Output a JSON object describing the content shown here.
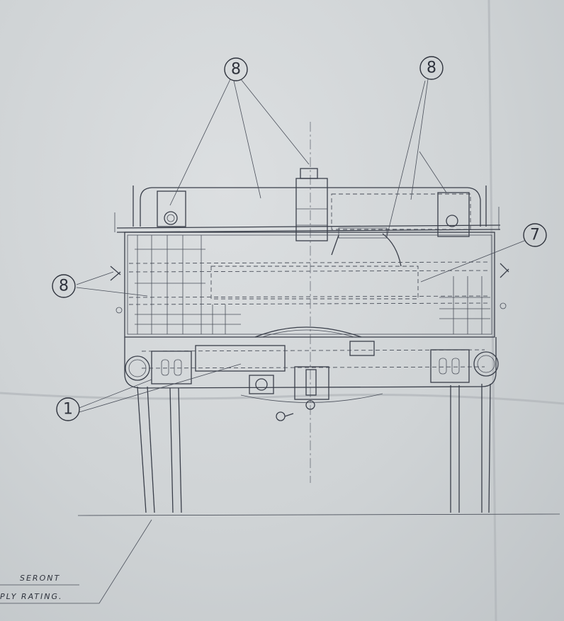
{
  "callouts": {
    "c8_top_left": "8",
    "c8_top_right": "8",
    "c7_right": "7",
    "c8_left": "8",
    "c1_bottom_left": "1"
  },
  "title_block": {
    "line1": "SERONT",
    "line2": "PLY RATING."
  },
  "colors": {
    "paper": "#cfd3d5",
    "ink": "#3a3f4a"
  }
}
